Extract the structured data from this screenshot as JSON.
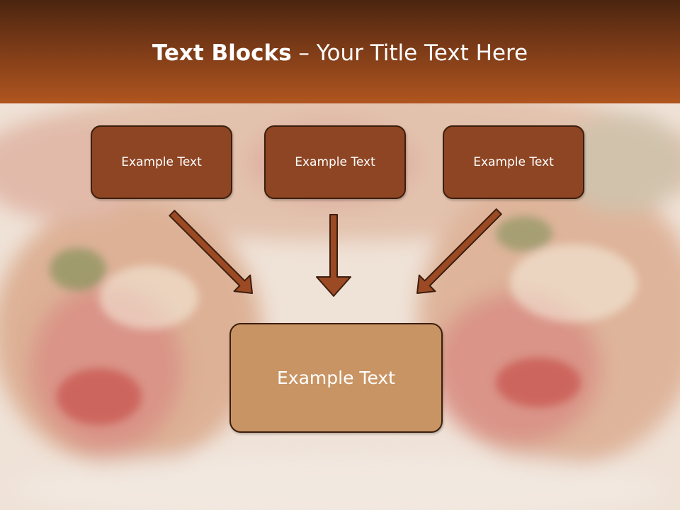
{
  "title": {
    "bold": "Text Blocks",
    "dash": " – ",
    "rest": "Your Title Text Here"
  },
  "boxes": {
    "top_left": "Example Text",
    "top_center": "Example Text",
    "top_right": "Example Text",
    "bottom": "Example Text"
  },
  "colors": {
    "header_dark": "#4b2510",
    "header_light": "#b0551f",
    "box_fill": "#8e4523",
    "bottom_box_fill": "#c99463",
    "arrow_fill": "#9b4a24",
    "border": "#3c1e0e"
  }
}
